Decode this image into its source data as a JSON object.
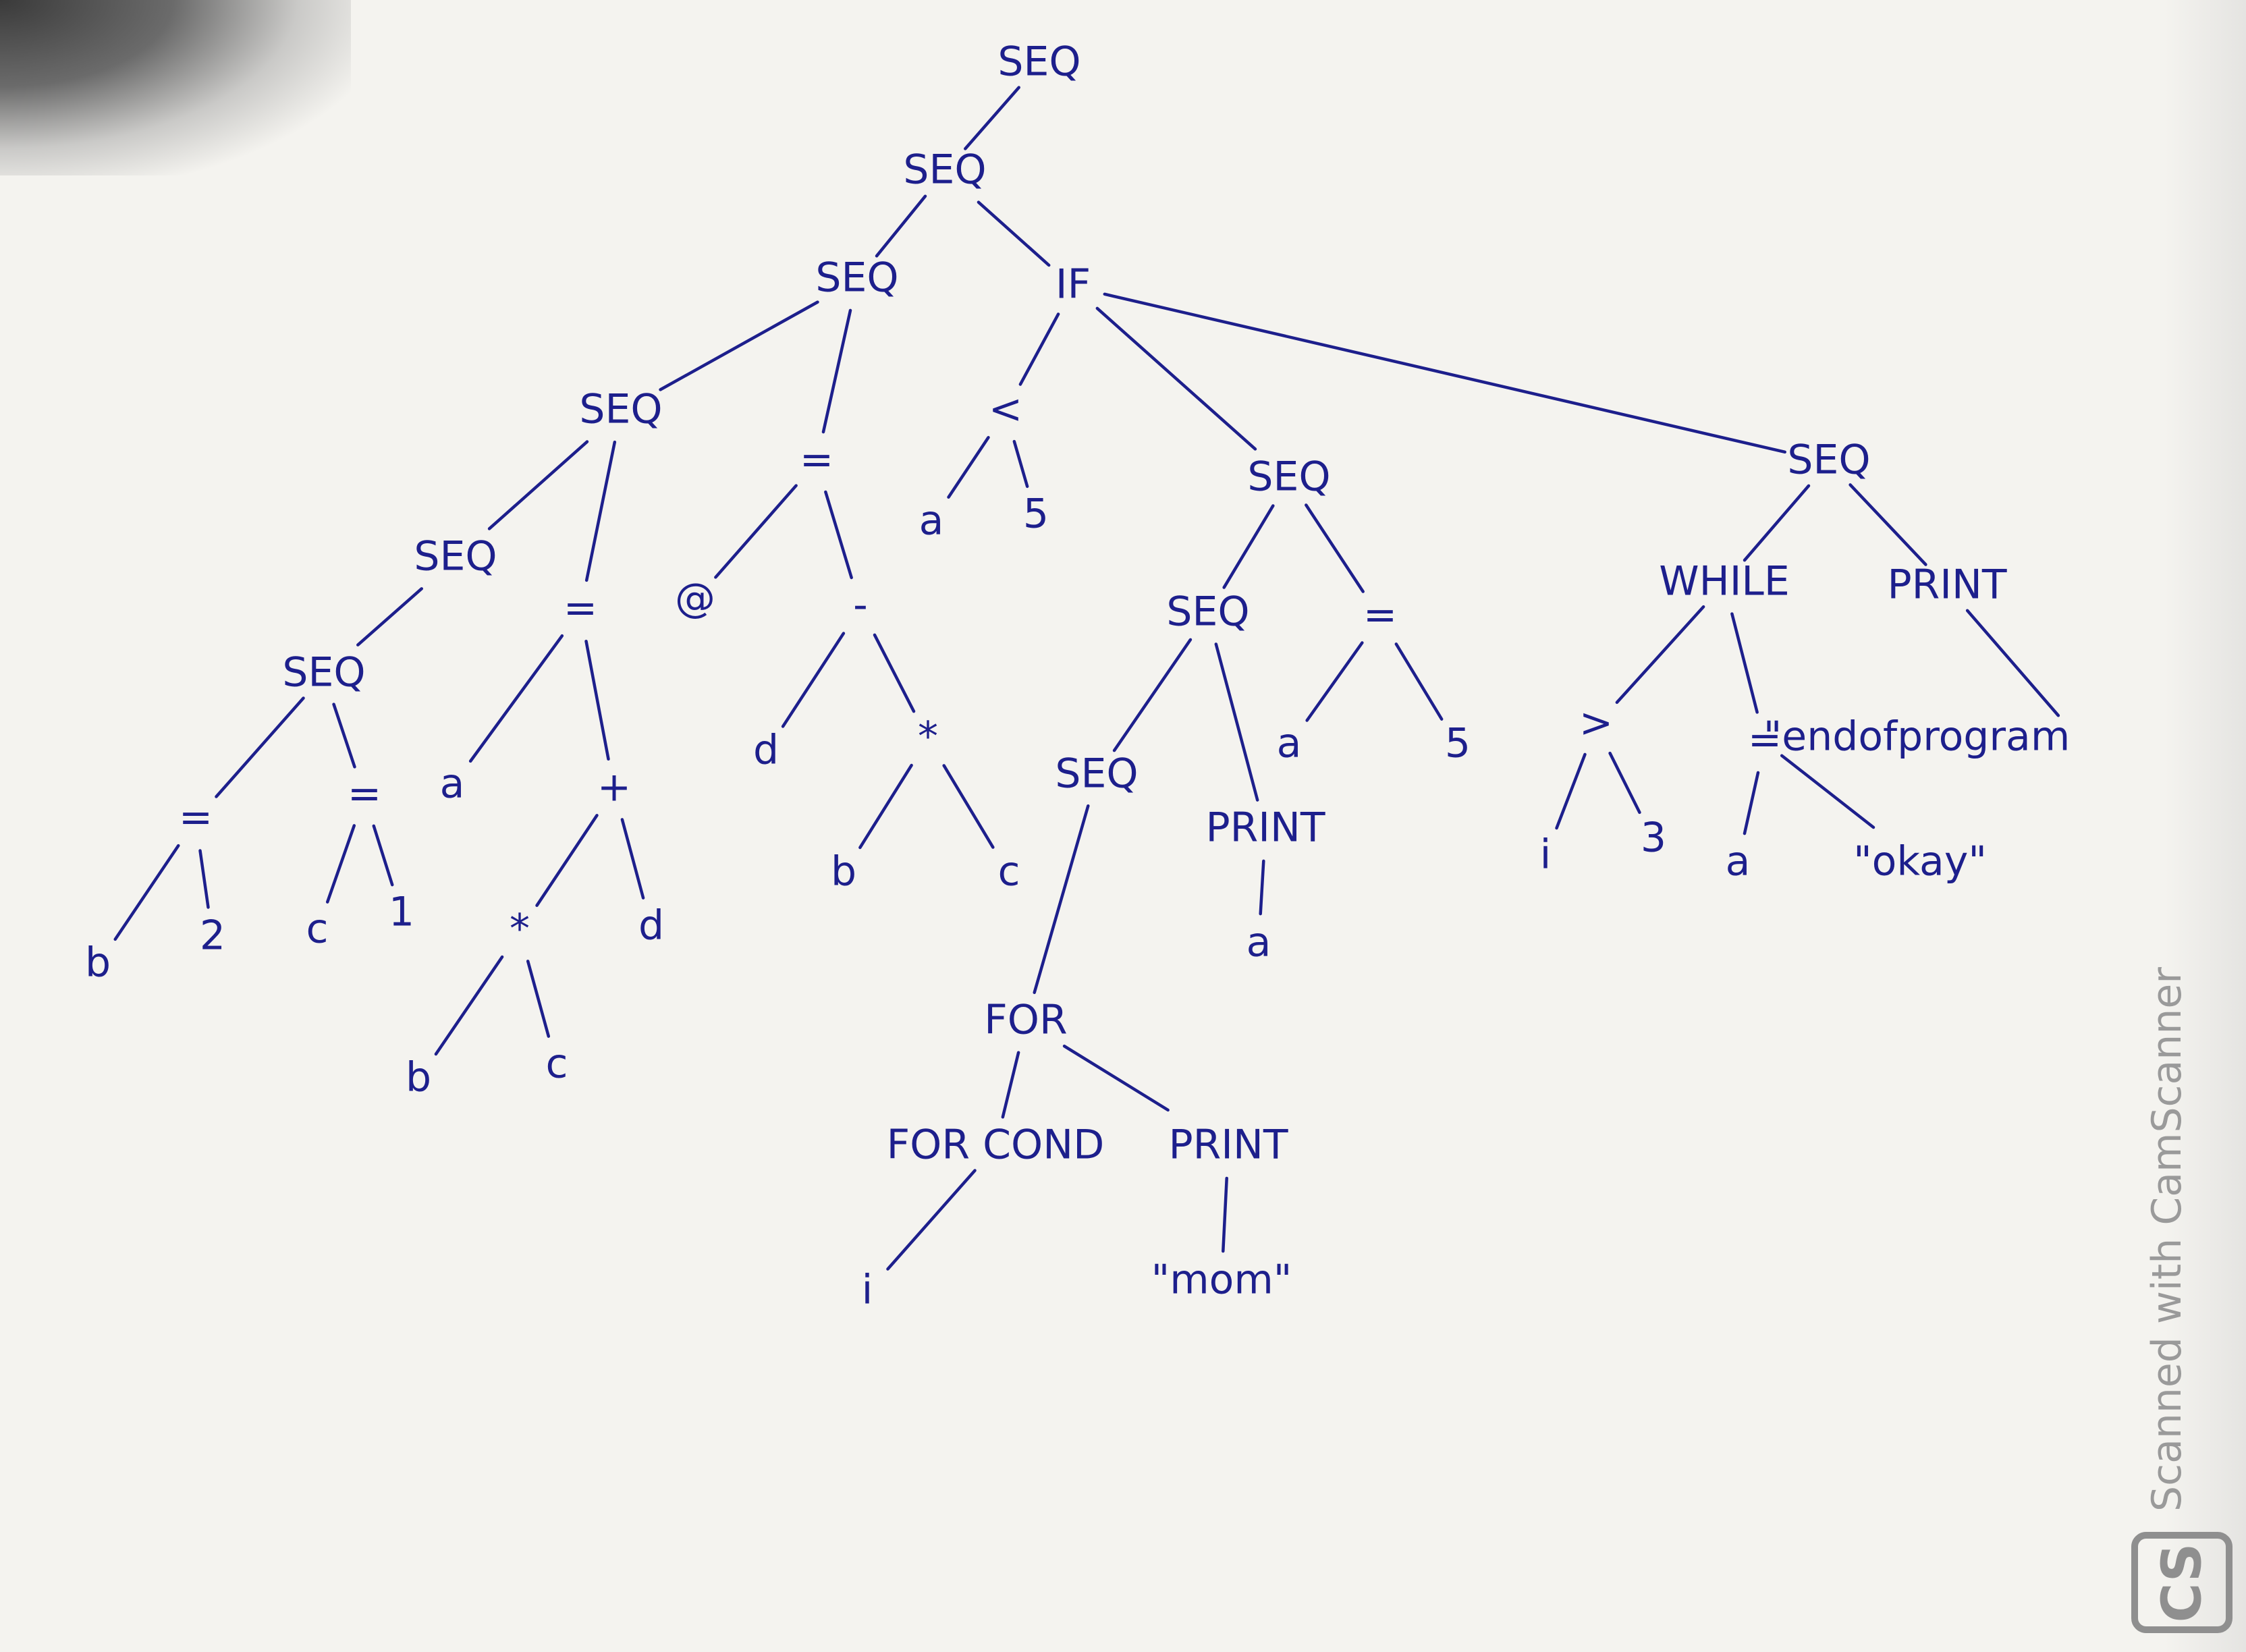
{
  "diagram": {
    "nodes": [
      {
        "id": "n1",
        "label": "SEQ"
      },
      {
        "id": "n2",
        "label": "SEQ"
      },
      {
        "id": "n3",
        "label": "SEQ"
      },
      {
        "id": "n4",
        "label": "IF"
      },
      {
        "id": "n5",
        "label": "SEQ"
      },
      {
        "id": "n6",
        "label": "="
      },
      {
        "id": "n7",
        "label": "<"
      },
      {
        "id": "n8",
        "label": "SEQ"
      },
      {
        "id": "n9",
        "label": "SEQ"
      },
      {
        "id": "n10",
        "label": "SEQ"
      },
      {
        "id": "n11",
        "label": "="
      },
      {
        "id": "n12",
        "label": "SEQ"
      },
      {
        "id": "n13",
        "label": "="
      },
      {
        "id": "n14",
        "label": "="
      },
      {
        "id": "n15",
        "label": "b"
      },
      {
        "id": "n16",
        "label": "2"
      },
      {
        "id": "n17",
        "label": "c"
      },
      {
        "id": "n18",
        "label": "1"
      },
      {
        "id": "n19",
        "label": "a"
      },
      {
        "id": "n20",
        "label": "+"
      },
      {
        "id": "n21",
        "label": "*"
      },
      {
        "id": "n22",
        "label": "d"
      },
      {
        "id": "n23",
        "label": "b"
      },
      {
        "id": "n24",
        "label": "c"
      },
      {
        "id": "n25",
        "label": "@"
      },
      {
        "id": "n26",
        "label": "-"
      },
      {
        "id": "n27",
        "label": "d"
      },
      {
        "id": "n28",
        "label": "*"
      },
      {
        "id": "n29",
        "label": "b"
      },
      {
        "id": "n30",
        "label": "c"
      },
      {
        "id": "n31",
        "label": "a"
      },
      {
        "id": "n32",
        "label": "5"
      },
      {
        "id": "n33",
        "label": "SEQ"
      },
      {
        "id": "n34",
        "label": "="
      },
      {
        "id": "n35",
        "label": "SEQ"
      },
      {
        "id": "n36",
        "label": "PRINT"
      },
      {
        "id": "n37",
        "label": "a"
      },
      {
        "id": "n38",
        "label": "5"
      },
      {
        "id": "n39",
        "label": "FOR"
      },
      {
        "id": "n40",
        "label": "a"
      },
      {
        "id": "n41",
        "label": "FOR COND"
      },
      {
        "id": "n42",
        "label": "PRINT"
      },
      {
        "id": "n43",
        "label": "i"
      },
      {
        "id": "n44",
        "label": "\"mom\""
      },
      {
        "id": "n45",
        "label": "WHILE"
      },
      {
        "id": "n46",
        "label": "PRINT"
      },
      {
        "id": "n47",
        "label": ">"
      },
      {
        "id": "n48",
        "label": "="
      },
      {
        "id": "n49",
        "label": "\"endofprogram"
      },
      {
        "id": "n50",
        "label": "i"
      },
      {
        "id": "n51",
        "label": "3"
      },
      {
        "id": "n52",
        "label": "a"
      },
      {
        "id": "n53",
        "label": "\"okay\""
      }
    ],
    "edges": [
      [
        "n1",
        "n2"
      ],
      [
        "n2",
        "n3"
      ],
      [
        "n2",
        "n4"
      ],
      [
        "n3",
        "n5"
      ],
      [
        "n3",
        "n6"
      ],
      [
        "n4",
        "n7"
      ],
      [
        "n4",
        "n33"
      ],
      [
        "n4",
        "n45_parent"
      ],
      [
        "n5",
        "n9"
      ],
      [
        "n5",
        "n11"
      ],
      [
        "n9",
        "n12"
      ],
      [
        "n12",
        "n13"
      ],
      [
        "n12",
        "n14"
      ],
      [
        "n13",
        "n15"
      ],
      [
        "n13",
        "n16"
      ],
      [
        "n14",
        "n17"
      ],
      [
        "n14",
        "n18"
      ],
      [
        "n11",
        "n19"
      ],
      [
        "n11",
        "n20"
      ],
      [
        "n20",
        "n21"
      ],
      [
        "n20",
        "n22"
      ],
      [
        "n21",
        "n23"
      ],
      [
        "n21",
        "n24"
      ],
      [
        "n6",
        "n25"
      ],
      [
        "n6",
        "n26"
      ],
      [
        "n26",
        "n27"
      ],
      [
        "n26",
        "n28"
      ],
      [
        "n28",
        "n29"
      ],
      [
        "n28",
        "n30"
      ],
      [
        "n7",
        "n31"
      ],
      [
        "n7",
        "n32"
      ],
      [
        "n33",
        "n35"
      ],
      [
        "n33",
        "n34"
      ],
      [
        "n35",
        "n10"
      ],
      [
        "n35",
        "n36"
      ],
      [
        "n34",
        "n37"
      ],
      [
        "n34",
        "n38"
      ],
      [
        "n10",
        "n39"
      ],
      [
        "n36",
        "n40"
      ],
      [
        "n39",
        "n41"
      ],
      [
        "n39",
        "n42"
      ],
      [
        "n41",
        "n43"
      ],
      [
        "n42",
        "n44"
      ],
      [
        "n45_parent",
        "n45"
      ],
      [
        "n45_parent",
        "n46"
      ],
      [
        "n45",
        "n47"
      ],
      [
        "n45",
        "n48"
      ],
      [
        "n46",
        "n49"
      ],
      [
        "n47",
        "n50"
      ],
      [
        "n47",
        "n51"
      ],
      [
        "n48",
        "n52"
      ],
      [
        "n48",
        "n53"
      ]
    ],
    "extra_nodes": [
      {
        "id": "n45_parent",
        "label": "SEQ"
      }
    ]
  },
  "watermark": {
    "text": "Scanned with CamScanner",
    "logo": "CS",
    "logo_icon": "camscanner-logo-icon"
  },
  "colors": {
    "ink": "#1d1f8c",
    "paper": "#f4f3ef",
    "watermark": "#9a9a9a"
  }
}
